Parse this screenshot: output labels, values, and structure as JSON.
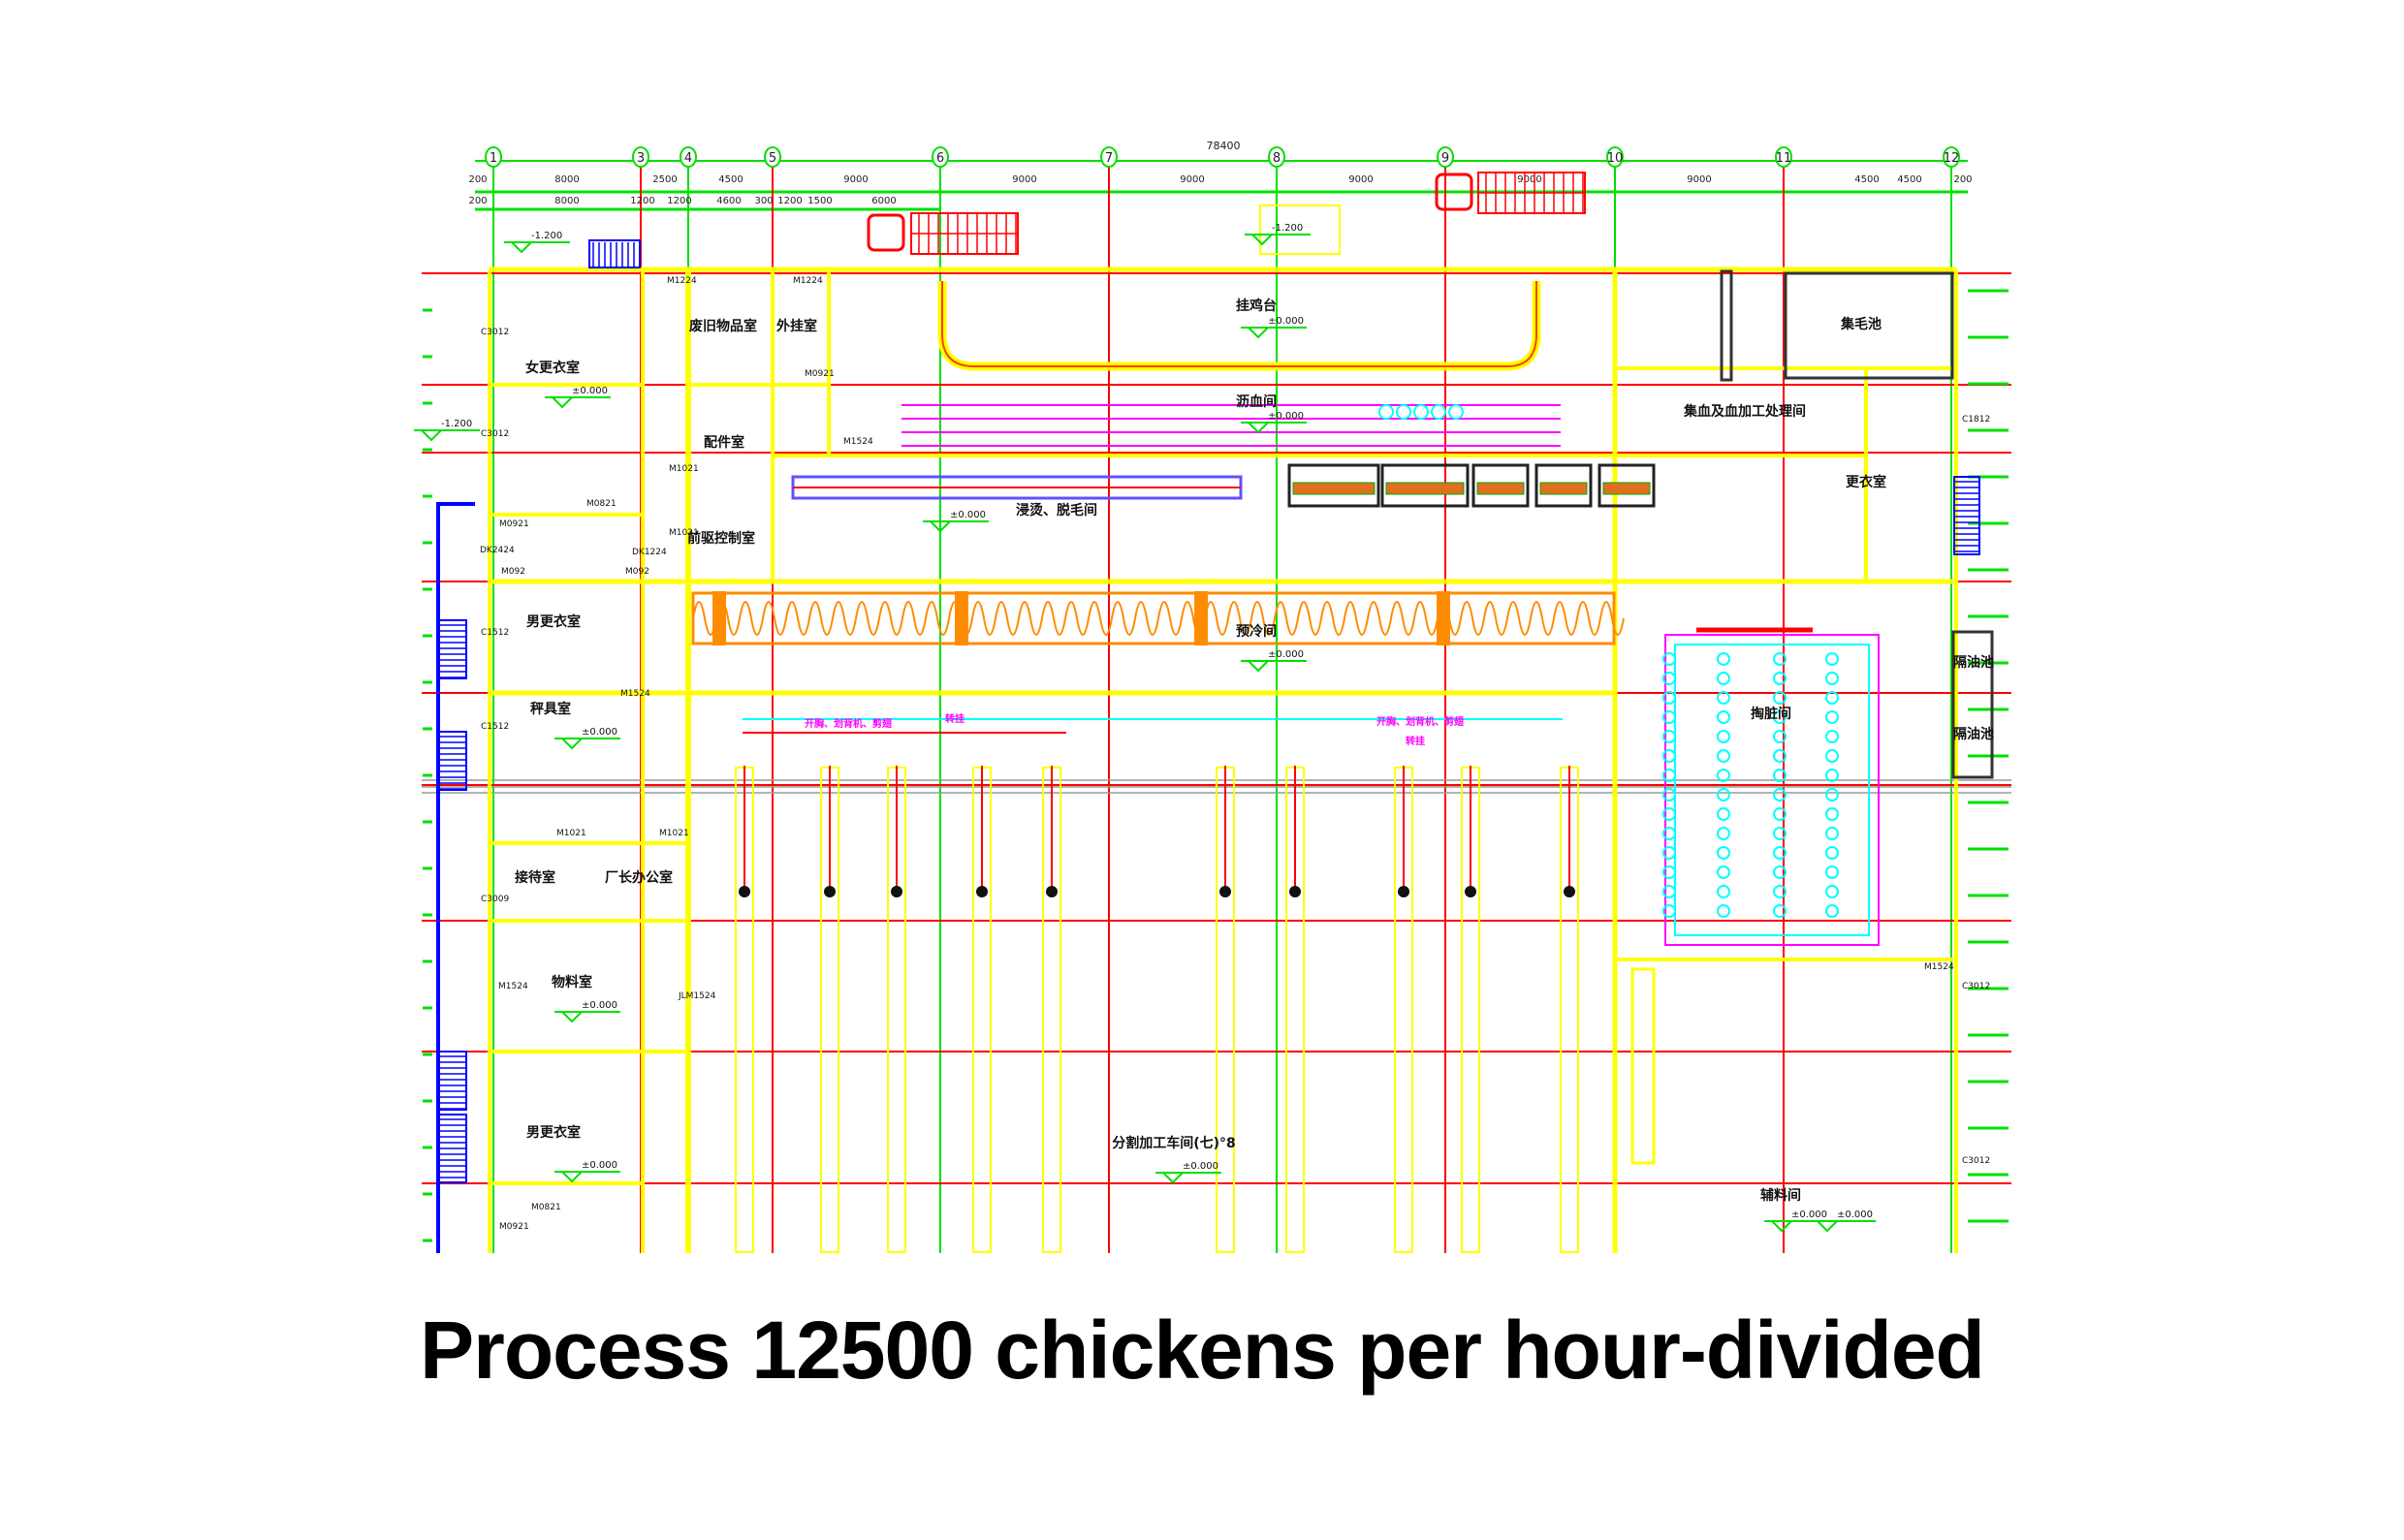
{
  "caption": "Process 12500 chickens per hour-divided",
  "colors": {
    "grid_axis": "#00e000",
    "wall": "#ffff00",
    "axis_line": "#ff0000",
    "pipe": "#00ffff",
    "equipment": "#ff00ff",
    "chiller": "#ff8c00",
    "stairs": "#0000ff",
    "cage": "#ff0000"
  },
  "axes": [
    "1",
    "3",
    "4",
    "5",
    "6",
    "7",
    "8",
    "9",
    "10",
    "11",
    "12"
  ],
  "total_dimension": "78400",
  "dimensions_row1": [
    "200",
    "8000",
    "2500",
    "4500",
    "9000",
    "9000",
    "9000",
    "9000",
    "9000",
    "9000",
    "4500",
    "4500",
    "200"
  ],
  "dimensions_row2": [
    "200",
    "8000",
    "1200",
    "1200",
    "4600",
    "300",
    "1200",
    "1500",
    "6000"
  ],
  "rooms": [
    "女更衣室",
    "废旧物品室",
    "外挂室",
    "配件室",
    "前驱控制室",
    "挂鸡台",
    "沥血间",
    "浸烫、脱毛间",
    "集毛池",
    "集血及血加工处理间",
    "更衣室",
    "男更衣室",
    "预冷间",
    "秤具室",
    "掏脏间",
    "隔油池",
    "隔油池",
    "接待室",
    "厂长办公室",
    "物料室",
    "男更衣室",
    "分割加工车间(七)°8",
    "辅料间"
  ],
  "elevations": [
    "±0.000",
    "±0.000",
    "±0.000",
    "±0.000",
    "±0.000",
    "±0.000",
    "±0.000",
    "±0.000",
    "±0.000",
    "±0.000",
    "±0.000",
    "-1.200",
    "-1.200",
    "-1.200"
  ],
  "door_tags": [
    "M1224",
    "M1224",
    "M0921",
    "M1021",
    "M1021",
    "M1524",
    "M0821",
    "M0921",
    "M092",
    "M092",
    "DK2424",
    "DK1224",
    "C3012",
    "C3012",
    "C1512",
    "C1512",
    "C3009",
    "M1524",
    "M1021",
    "M1021",
    "M1524",
    "JLM1524",
    "C1812",
    "C3012",
    "C3012",
    "M1524",
    "M0821",
    "M0921"
  ],
  "equipment_labels": [
    "开胸、划背机、剪翅",
    "转挂",
    "开胸、划背机、剪翅",
    "转挂"
  ]
}
